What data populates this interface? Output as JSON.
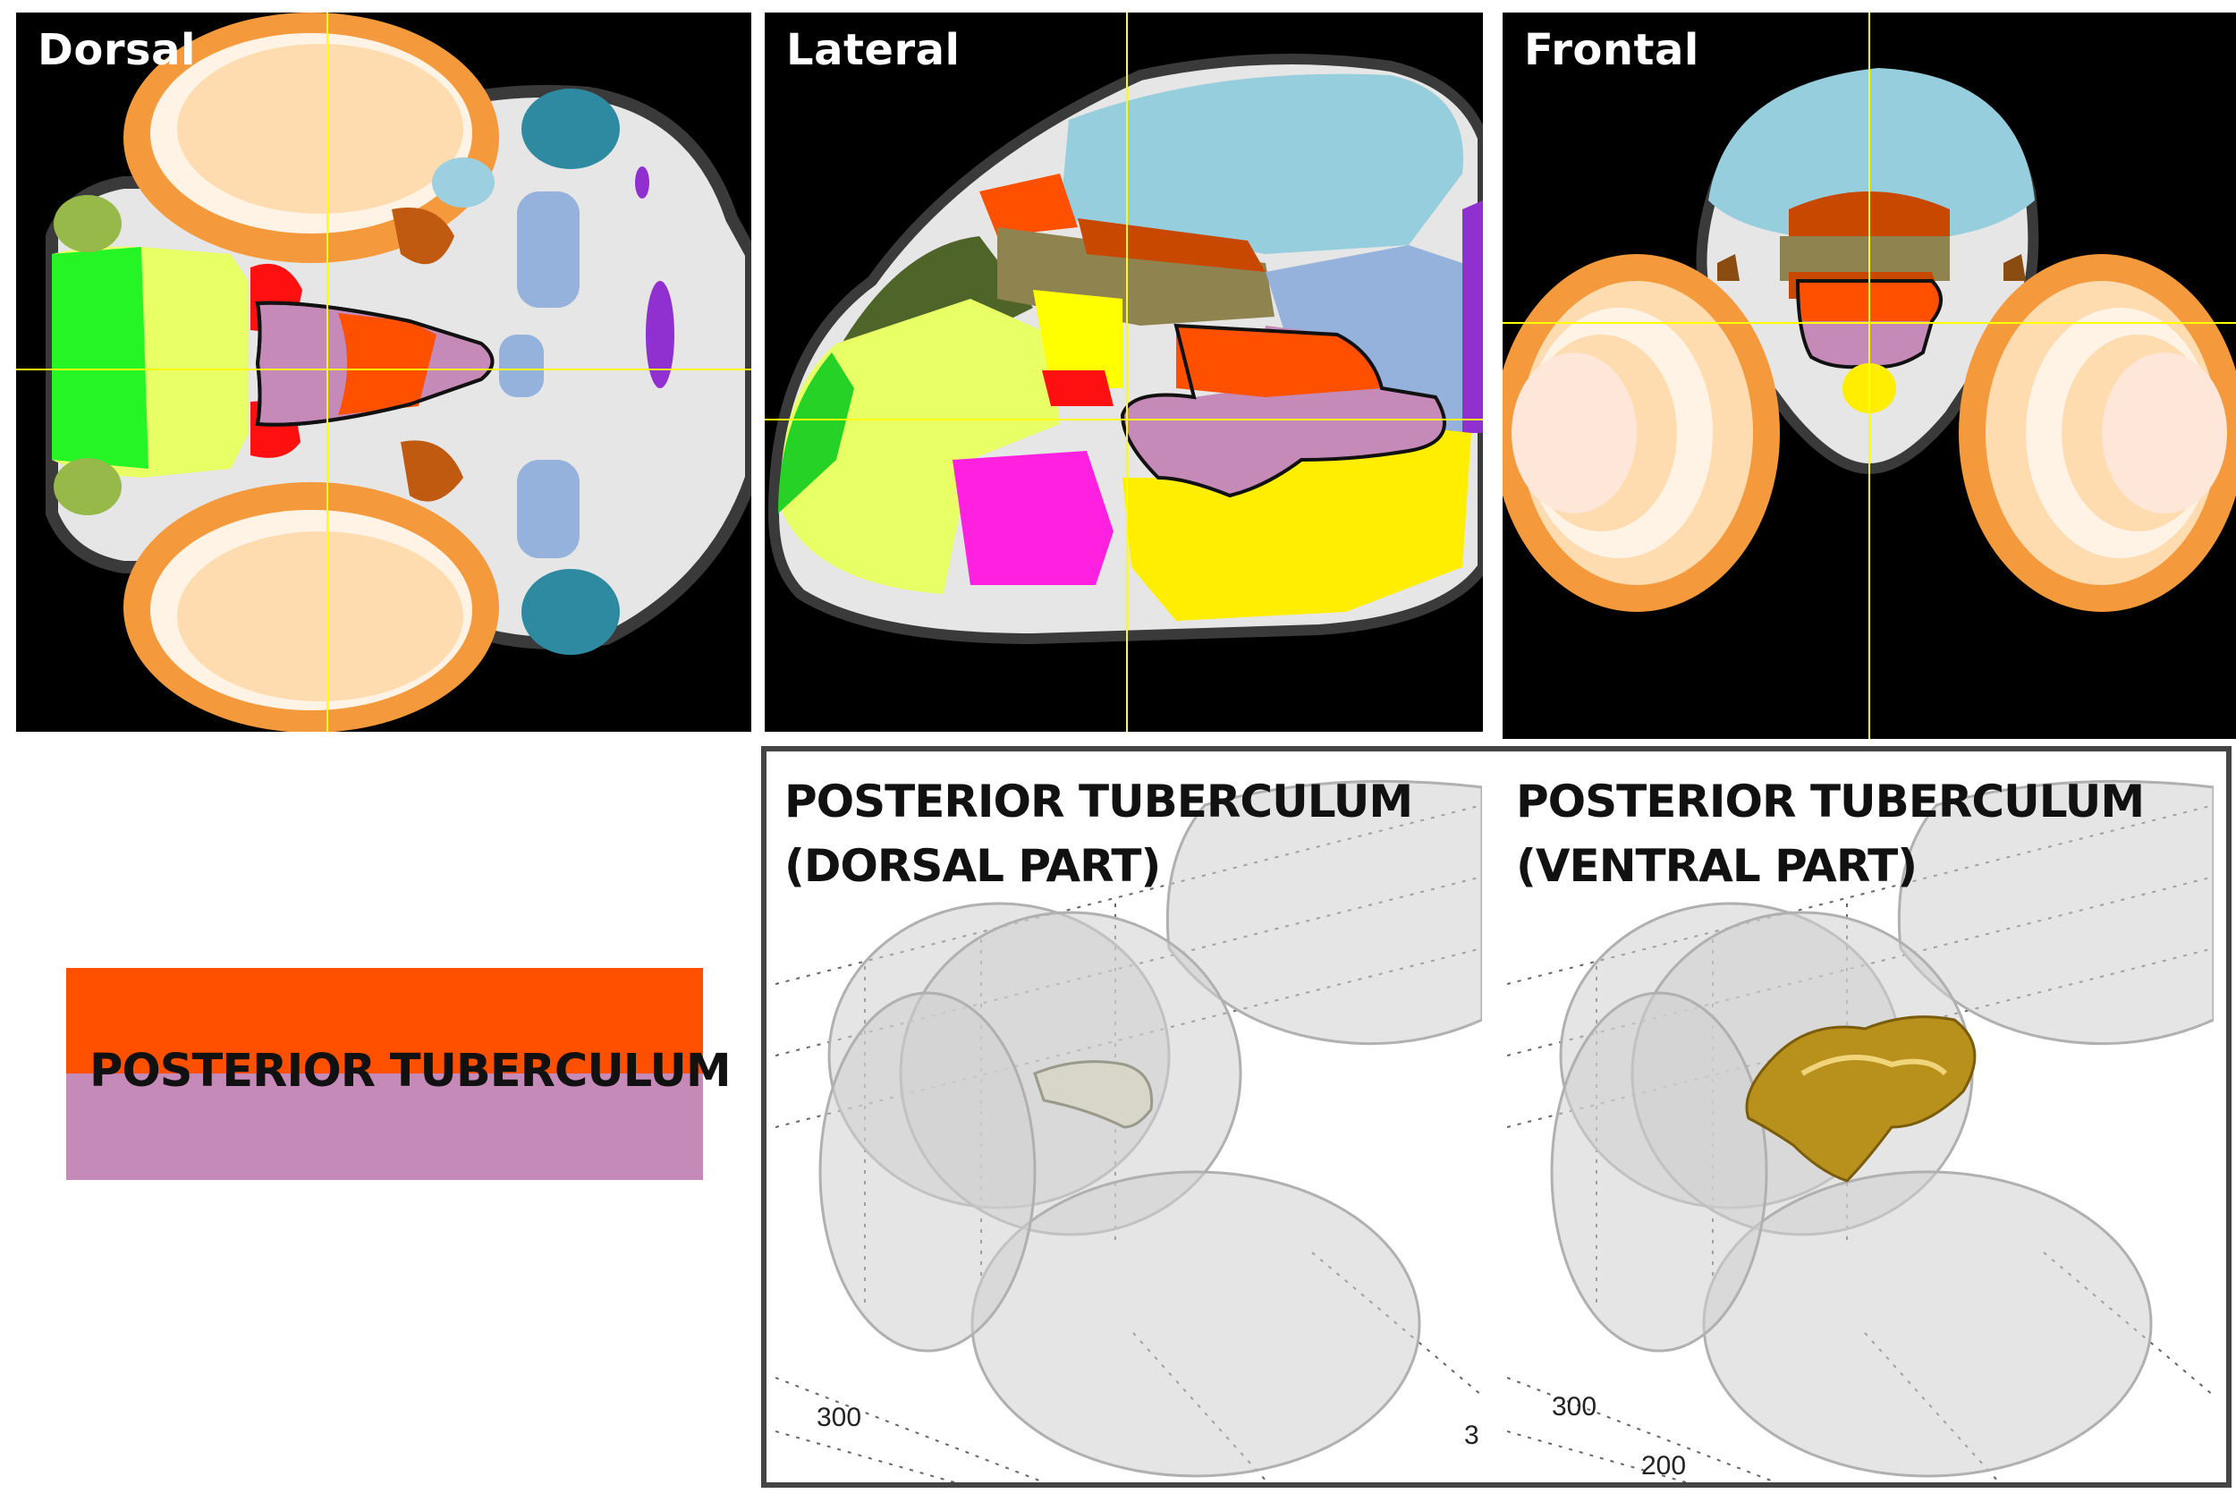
{
  "views": {
    "dorsal": "Dorsal",
    "lateral": "Lateral",
    "frontal": "Frontal"
  },
  "legend": {
    "label": "POSTERIOR TUBERCULUM",
    "color_top": "#ff5000",
    "color_bottom": "#c68ab9"
  },
  "renders": {
    "dorsal_part": {
      "line1": "POSTERIOR TUBERCULUM",
      "line2": "(DORSAL PART)",
      "tick_a": "300",
      "tick_b": "3"
    },
    "ventral_part": {
      "line1": "POSTERIOR TUBERCULUM",
      "line2": "(VENTRAL PART)",
      "tick_a": "300",
      "tick_b": "200"
    }
  },
  "colors": {
    "crosshair": "#ffff00",
    "region_outline": "#111111",
    "dorsal_part_surface": "#d8d6c8",
    "ventral_part_surface": "#b8901c"
  }
}
